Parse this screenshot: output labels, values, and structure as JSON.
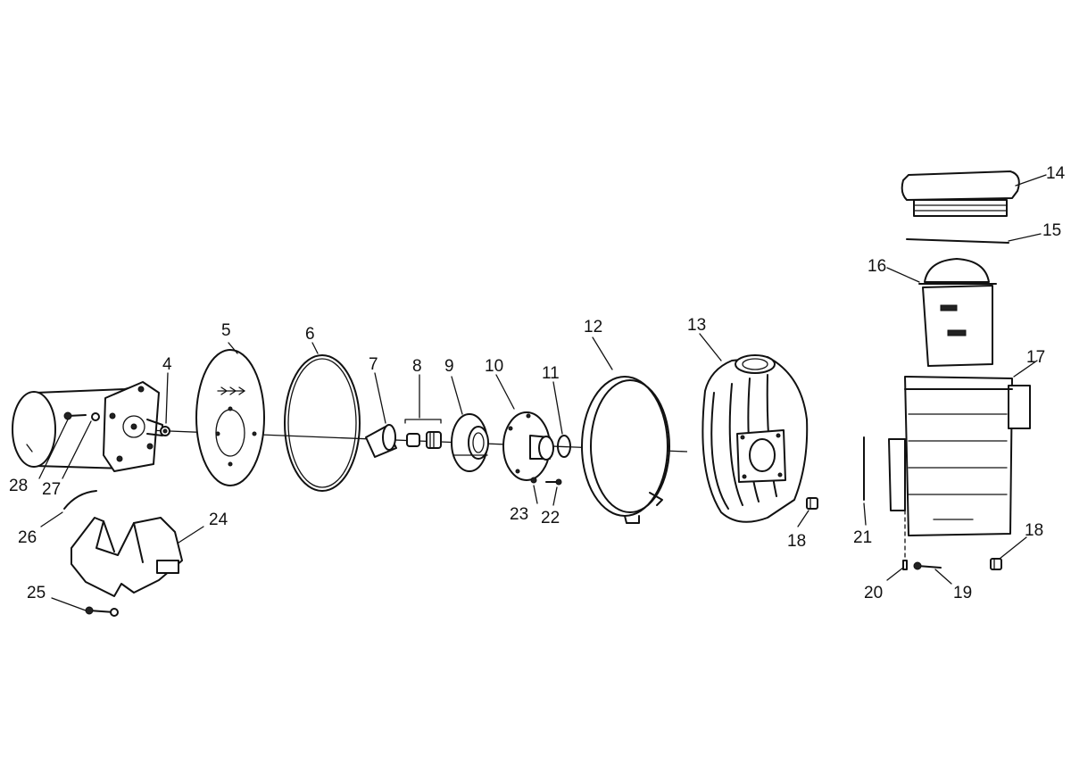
{
  "callouts": {
    "c4": "4",
    "c5": "5",
    "c6": "6",
    "c7": "7",
    "c8": "8",
    "c9": "9",
    "c10": "10",
    "c11": "11",
    "c12": "12",
    "c13": "13",
    "c14": "14",
    "c15": "15",
    "c16": "16",
    "c17": "17",
    "c18a": "18",
    "c18b": "18",
    "c19": "19",
    "c20": "20",
    "c21": "21",
    "c22": "22",
    "c23": "23",
    "c24": "24",
    "c25": "25",
    "c26": "26",
    "c27": "27",
    "c28": "28"
  },
  "colors": {
    "ink": "#111111",
    "paper": "#ffffff"
  }
}
